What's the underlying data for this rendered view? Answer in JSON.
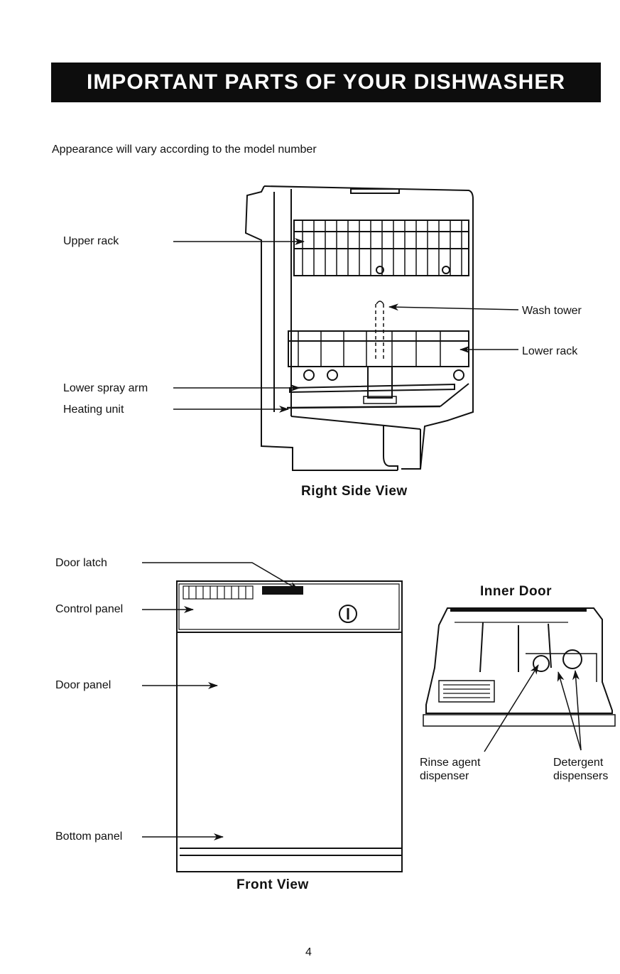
{
  "header": {
    "title": "IMPORTANT PARTS OF YOUR DISHWASHER"
  },
  "intro": "Appearance will vary according to the model number",
  "side_view": {
    "caption": "Right Side View",
    "labels": {
      "upper_rack": "Upper rack",
      "lower_spray_arm": "Lower spray arm",
      "heating_unit": "Heating unit",
      "wash_tower": "Wash tower",
      "lower_rack": "Lower rack"
    }
  },
  "front_view": {
    "caption": "Front View",
    "labels": {
      "door_latch": "Door latch",
      "control_panel": "Control panel",
      "door_panel": "Door panel",
      "bottom_panel": "Bottom panel"
    }
  },
  "inner_door": {
    "caption": "Inner Door",
    "labels": {
      "rinse_line1": "Rinse agent",
      "rinse_line2": "dispenser",
      "detergent_line1": "Detergent",
      "detergent_line2": "dispensers"
    }
  },
  "page_number": "4"
}
